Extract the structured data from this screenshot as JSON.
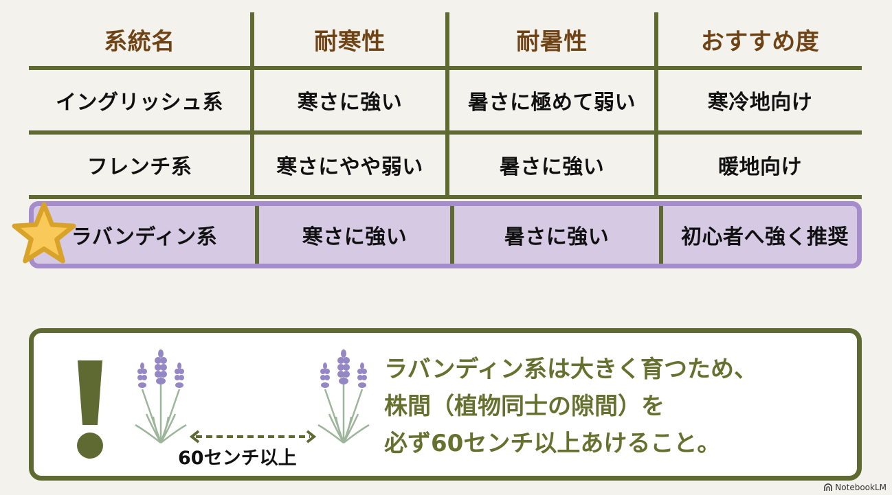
{
  "table": {
    "headers": [
      "系統名",
      "耐寒性",
      "耐暑性",
      "おすすめ度"
    ],
    "rows": [
      {
        "name": "イングリッシュ系",
        "cold": "寒さに強い",
        "heat": "暑さに極めて弱い",
        "recommendation": "寒冷地向け",
        "highlighted": false
      },
      {
        "name": "フレンチ系",
        "cold": "寒さにやや弱い",
        "heat": "暑さに強い",
        "recommendation": "暖地向け",
        "highlighted": false
      },
      {
        "name": "ラバンディン系",
        "cold": "寒さに強い",
        "heat": "暑さに強い",
        "recommendation": "初心者へ強く推奨",
        "highlighted": true
      }
    ],
    "highlight_icon": "star-icon"
  },
  "notice": {
    "icon": "exclamation-icon",
    "illustration": {
      "plants": [
        "lavender-plant-icon",
        "lavender-plant-icon"
      ],
      "arrow": "double-arrow-dashed-icon",
      "spacing_label": "60センチ以上"
    },
    "lines": [
      "ラバンディン系は大きく育つため、",
      "株間（植物同士の隙間）を",
      "必ず60センチ以上あけること。"
    ]
  },
  "colors": {
    "background": "#f4f2ec",
    "grid_line": "#5f6a32",
    "header_text": "#6e4316",
    "highlight_fill": "#d6c9e4",
    "highlight_border": "#a58cca",
    "star_fill": "#f9c95a",
    "star_border": "#d9a32a",
    "notice_text": "#66702f",
    "lavender": "#9586c4",
    "leaf": "#9db59a"
  },
  "watermark": {
    "label": "NotebookLM"
  }
}
